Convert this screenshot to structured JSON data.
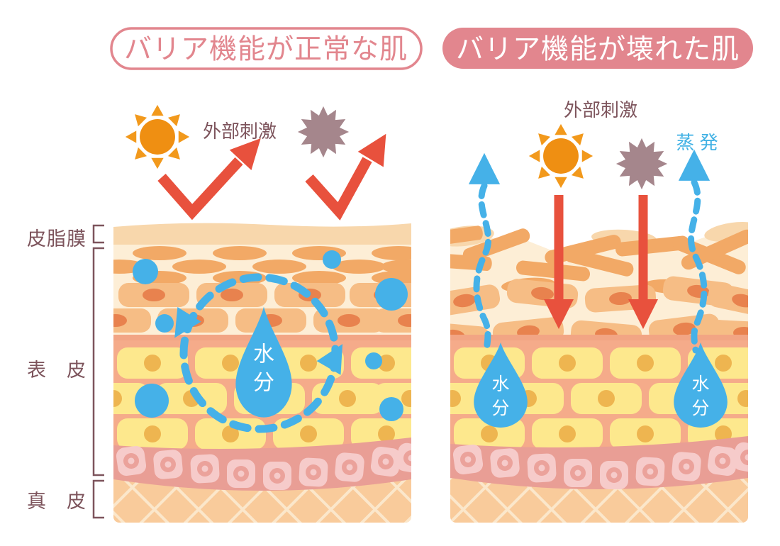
{
  "titles": {
    "left": "バリア機能が正常な肌",
    "right": "バリア機能が壊れた肌"
  },
  "annotations": {
    "external_stimulus": "外部刺激",
    "evaporation": "蒸 発",
    "moisture_top": "水",
    "moisture_bottom": "分"
  },
  "layer_labels": {
    "sebum_film": "皮脂膜",
    "epidermis": "表　皮",
    "dermis": "真　皮"
  },
  "palette": {
    "title_pink": "#e2868e",
    "label_maroon": "#7d545c",
    "arrow_red": "#e8513d",
    "water_blue": "#45b1e8",
    "sun_orange": "#ef8f12",
    "sun_ray_orange": "#f2991c",
    "stimulus_mauve": "#a5868c",
    "skin_cream": "#fdeed6",
    "sebum_peach": "#f8d7ac",
    "flake_orange": "#f2a966",
    "cell_orange": "#f6bd85",
    "cell_nucleus_orange": "#e8824e",
    "epidermis_salmon": "#f5ab8a",
    "divider_salmon": "#f2a584",
    "cell_yellow": "#fde88d",
    "yellow_nucleus": "#eeb550",
    "basal_band_pink": "#e99e95",
    "basal_cell_pink": "#f6cbca",
    "basal_cell_ring": "#eba29b",
    "dermis_peach": "#f9cb9b",
    "lattice_cream": "#fbe7cb"
  }
}
